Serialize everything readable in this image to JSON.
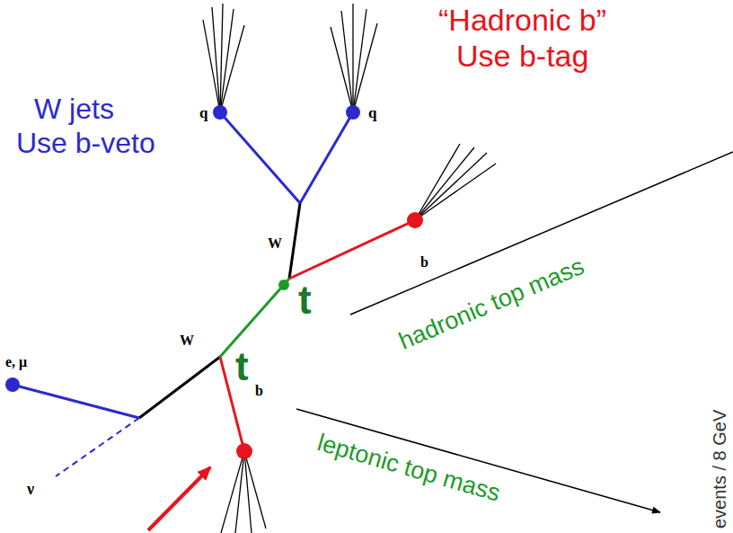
{
  "diagram": {
    "labels": [
      "“Hadronic b”",
      "Use b-tag",
      "W jets",
      "Use b-veto",
      "q",
      "q",
      "W",
      "b",
      "hadronic top mass",
      "t",
      "t",
      "e, μ",
      "W",
      "leptonic top mass",
      "b",
      "ν",
      "events / 8 GeV"
    ]
  }
}
